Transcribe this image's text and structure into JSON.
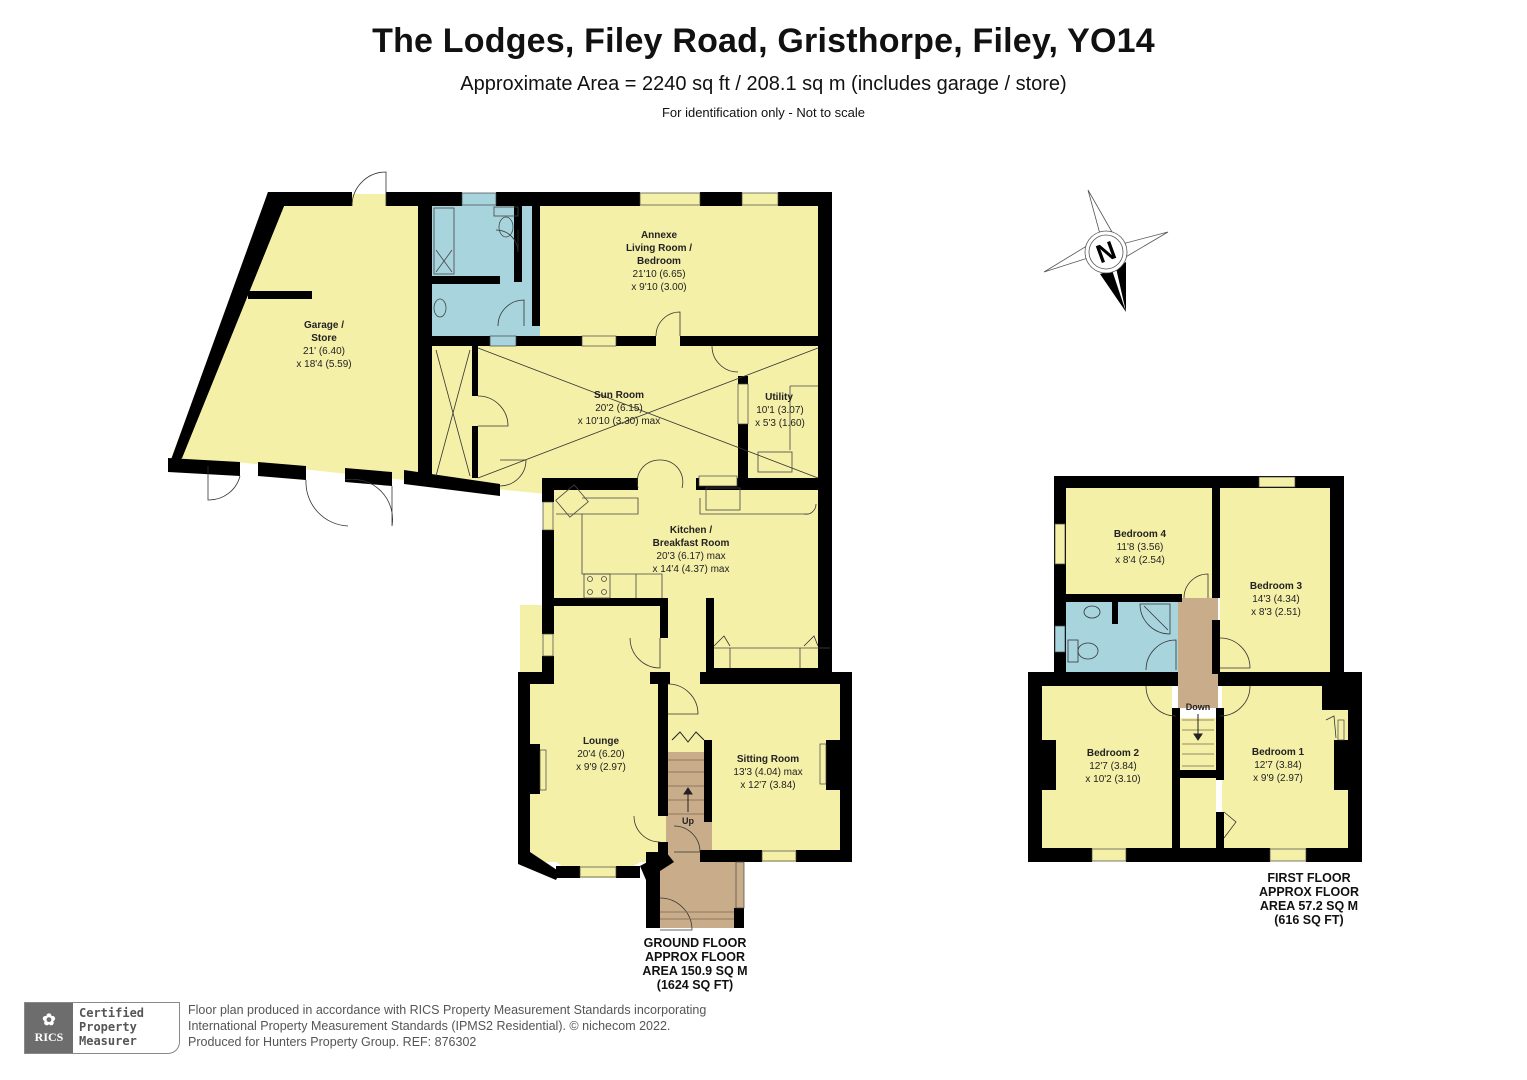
{
  "header": {
    "title": "The Lodges, Filey Road, Gristhorpe, Filey, YO14",
    "subtitle": "Approximate Area = 2240 sq ft / 208.1 sq m (includes garage / store)",
    "note": "For identification only - Not to scale"
  },
  "colors": {
    "wall": "#000000",
    "room": "#f5f0a8",
    "bathroom": "#a8d4de",
    "hall": "#c9ad8a"
  },
  "compass": {
    "icon": "north-compass-icon",
    "label": "N"
  },
  "ground_floor": {
    "label_lines": [
      "GROUND FLOOR",
      "APPROX FLOOR",
      "AREA 150.9  SQ M",
      "(1624 SQ FT)"
    ],
    "rooms": {
      "garage": {
        "name_lines": [
          "Garage /",
          "Store"
        ],
        "dims": [
          "21' (6.40)",
          "x 18'4 (5.59)"
        ]
      },
      "annexe": {
        "name_lines": [
          "Annexe",
          "Living Room /",
          "Bedroom"
        ],
        "dims": [
          "21'10 (6.65)",
          "x 9'10 (3.00)"
        ]
      },
      "sun_room": {
        "name_lines": [
          "Sun Room"
        ],
        "dims": [
          "20'2 (6.15)",
          "x 10'10 (3.30) max"
        ]
      },
      "utility": {
        "name_lines": [
          "Utility"
        ],
        "dims": [
          "10'1 (3.07)",
          "x 5'3 (1.60)"
        ]
      },
      "kitchen": {
        "name_lines": [
          "Kitchen /",
          "Breakfast Room"
        ],
        "dims": [
          "20'3 (6.17) max",
          "x 14'4 (4.37) max"
        ]
      },
      "lounge": {
        "name_lines": [
          "Lounge"
        ],
        "dims": [
          "20'4 (6.20)",
          "x 9'9 (2.97)"
        ]
      },
      "sitting_room": {
        "name_lines": [
          "Sitting Room"
        ],
        "dims": [
          "13'3 (4.04) max",
          "x 12'7 (3.84)"
        ]
      }
    },
    "stairs_label": "Up"
  },
  "first_floor": {
    "label_lines": [
      "FIRST FLOOR",
      "APPROX FLOOR",
      "AREA 57.2 SQ M",
      "(616 SQ FT)"
    ],
    "rooms": {
      "bedroom4": {
        "name_lines": [
          "Bedroom 4"
        ],
        "dims": [
          "11'8 (3.56)",
          "x 8'4 (2.54)"
        ]
      },
      "bedroom3": {
        "name_lines": [
          "Bedroom 3"
        ],
        "dims": [
          "14'3 (4.34)",
          "x 8'3 (2.51)"
        ]
      },
      "bedroom2": {
        "name_lines": [
          "Bedroom 2"
        ],
        "dims": [
          "12'7 (3.84)",
          "x 10'2 (3.10)"
        ]
      },
      "bedroom1": {
        "name_lines": [
          "Bedroom 1"
        ],
        "dims": [
          "12'7 (3.84)",
          "x 9'9 (2.97)"
        ]
      }
    },
    "stairs_label": "Down"
  },
  "footer": {
    "logo": {
      "org": "RICS",
      "lines": [
        "Certified",
        "Property",
        "Measurer"
      ]
    },
    "text_lines": [
      "Floor plan produced in accordance with RICS Property Measurement Standards incorporating",
      "International Property Measurement Standards (IPMS2 Residential).   © nichecom 2022.",
      "Produced for Hunters Property Group. REF: 876302"
    ]
  }
}
